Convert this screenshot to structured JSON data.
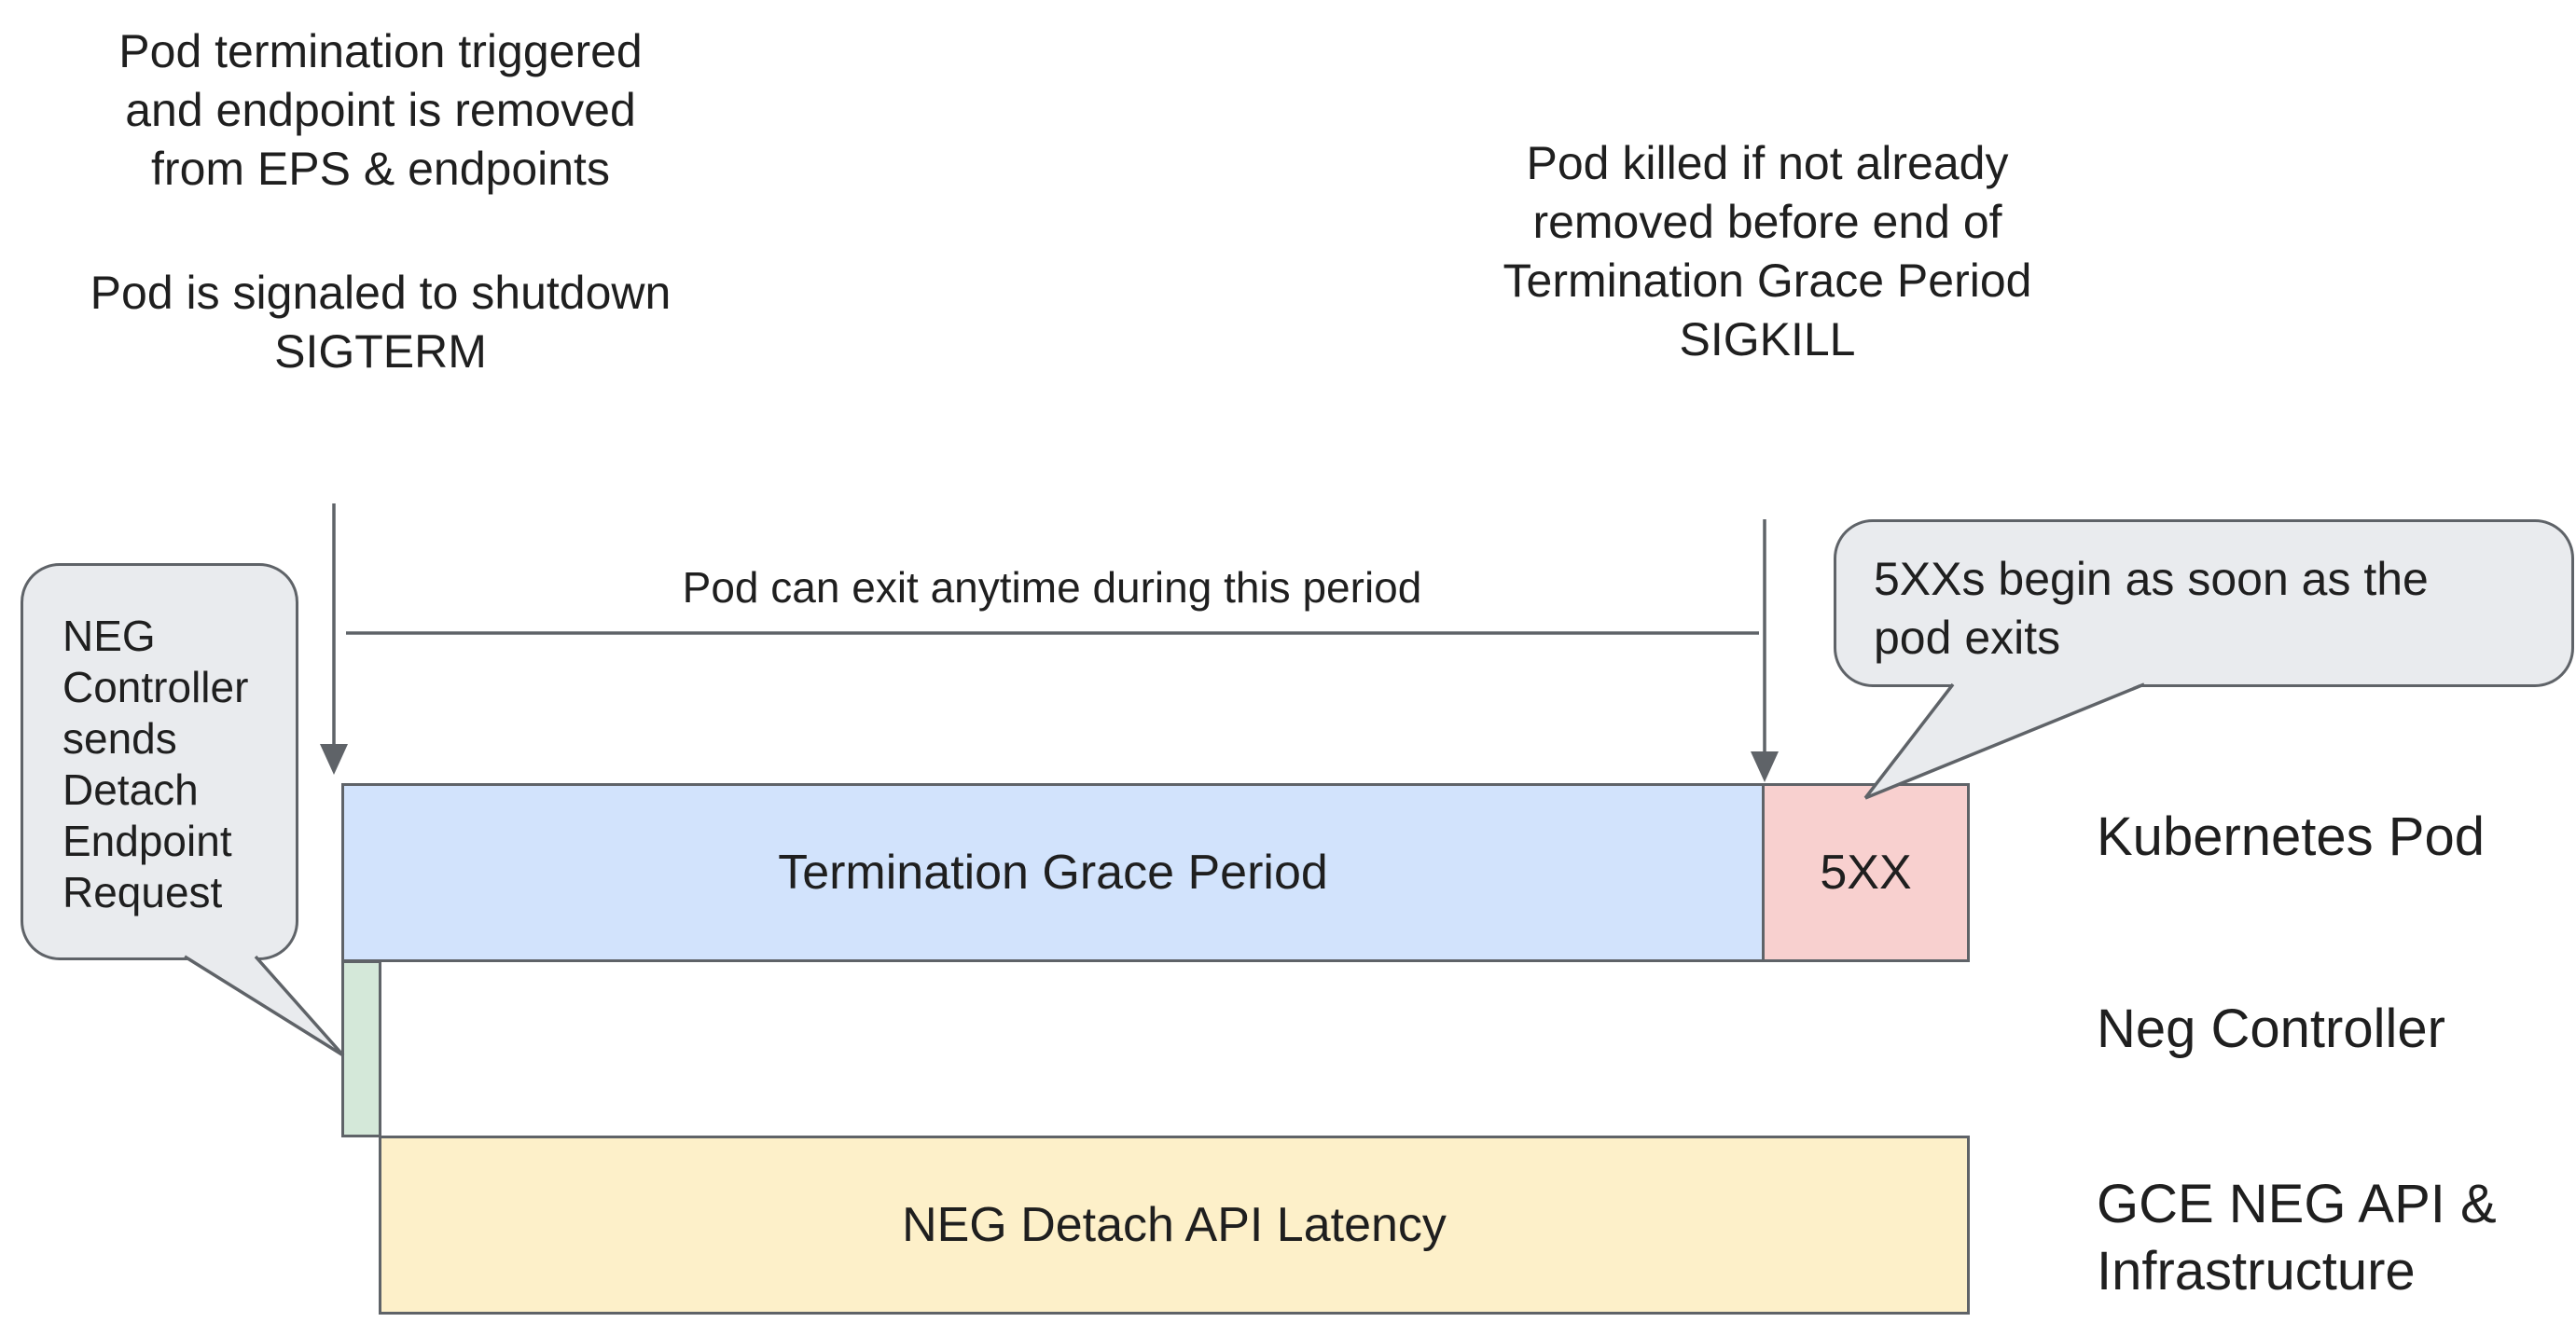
{
  "colors": {
    "stroke": "#5f6368",
    "text": "#1f1f1f",
    "blue_fill": "#d2e3fc",
    "pink_fill": "#f8d0cf",
    "green_fill": "#d4e8d9",
    "yellow_fill": "#fdf0c9",
    "bubble_fill": "#e9ebee",
    "background": "#ffffff"
  },
  "annotations": {
    "top_left_paragraph_1": [
      "Pod termination triggered",
      "and endpoint is removed",
      "from EPS & endpoints"
    ],
    "top_left_paragraph_2": [
      "Pod is signaled to shutdown",
      "SIGTERM"
    ],
    "top_right": [
      "Pod killed if not already",
      "removed before end of",
      "Termination Grace Period",
      "SIGKILL"
    ],
    "dimension_label": "Pod can exit anytime during this period"
  },
  "callouts": {
    "left": [
      "NEG",
      "Controller",
      "sends",
      "Detach",
      "Endpoint",
      "Request"
    ],
    "right": [
      "5XXs begin as soon as the",
      "pod exits"
    ]
  },
  "timeline": {
    "grace_bar_label": "Termination Grace Period",
    "error_bar_label": "5XX",
    "detach_bar_label": "NEG Detach API Latency"
  },
  "rows": {
    "kubernetes_pod": "Kubernetes Pod",
    "neg_controller": "Neg Controller",
    "gce": [
      "GCE NEG API &",
      "Infrastructure"
    ]
  }
}
